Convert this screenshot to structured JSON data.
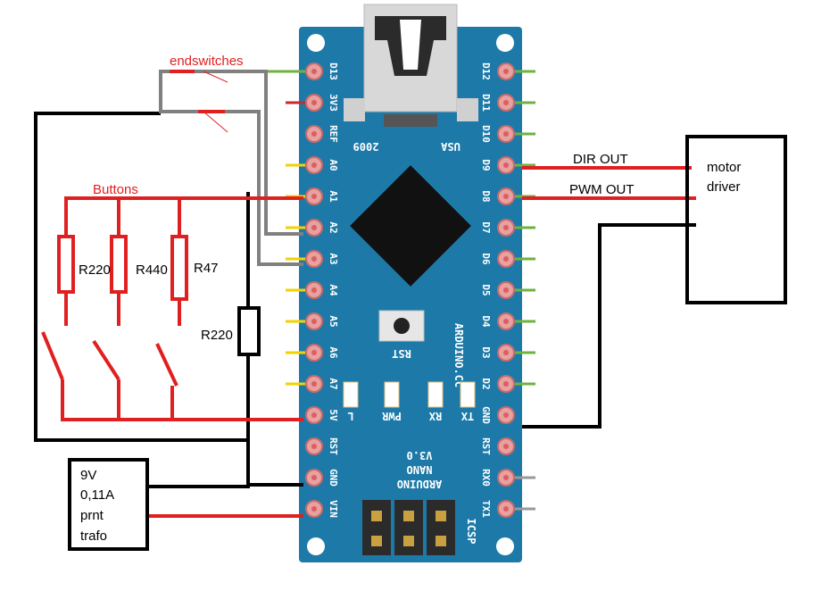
{
  "labels": {
    "endswitches": "endswitches",
    "buttons": "Buttons",
    "dir_out": "DIR OUT",
    "pwm_out": "PWM OUT",
    "motor_driver_1": "motor",
    "motor_driver_2": "driver",
    "r220_a": "R220",
    "r440": "R440",
    "r47": "R47",
    "r220_b": "R220",
    "psu_1": "9V",
    "psu_2": "0,11A",
    "psu_3": "prnt",
    "psu_4": "trafo"
  },
  "board": {
    "year": "2009",
    "usb": "USA",
    "rst_button": "RST",
    "brand": "ARDUINO.CC",
    "name_1": "ARDUINO",
    "name_2": "NANO",
    "name_3": "V3.0",
    "icsp": "ICSP",
    "led_l": "L",
    "led_pwr": "PWR",
    "led_rx": "RX",
    "led_tx": "TX",
    "left_pins": [
      "D13",
      "3V3",
      "REF",
      "A0",
      "A1",
      "A2",
      "A3",
      "A4",
      "A5",
      "A6",
      "A7",
      "5V",
      "RST",
      "GND",
      "VIN"
    ],
    "right_pins": [
      "D12",
      "D11",
      "D10",
      "D9",
      "D8",
      "D7",
      "D6",
      "D5",
      "D4",
      "D3",
      "D2",
      "GND",
      "RST",
      "RX0",
      "TX1"
    ],
    "left_pin_colors": [
      "#6db33f",
      "#c8282e",
      "",
      "#f2d200",
      "#f2d200",
      "#f2d200",
      "#f2d200",
      "#f2d200",
      "#f2d200",
      "#f2d200",
      "#f2d200",
      "",
      "",
      "",
      ""
    ],
    "right_pin_colors": [
      "#6db33f",
      "#6db33f",
      "#6db33f",
      "#6db33f",
      "#6db33f",
      "#6db33f",
      "#6db33f",
      "#6db33f",
      "#6db33f",
      "#6db33f",
      "#6db33f",
      "",
      "",
      "#999999",
      "#999999"
    ]
  },
  "colors": {
    "board": "#1d7aa8",
    "wire_black": "#000000",
    "wire_red": "#e02020",
    "wire_gray": "#808080",
    "pin_pad": "#e8a0a0"
  }
}
